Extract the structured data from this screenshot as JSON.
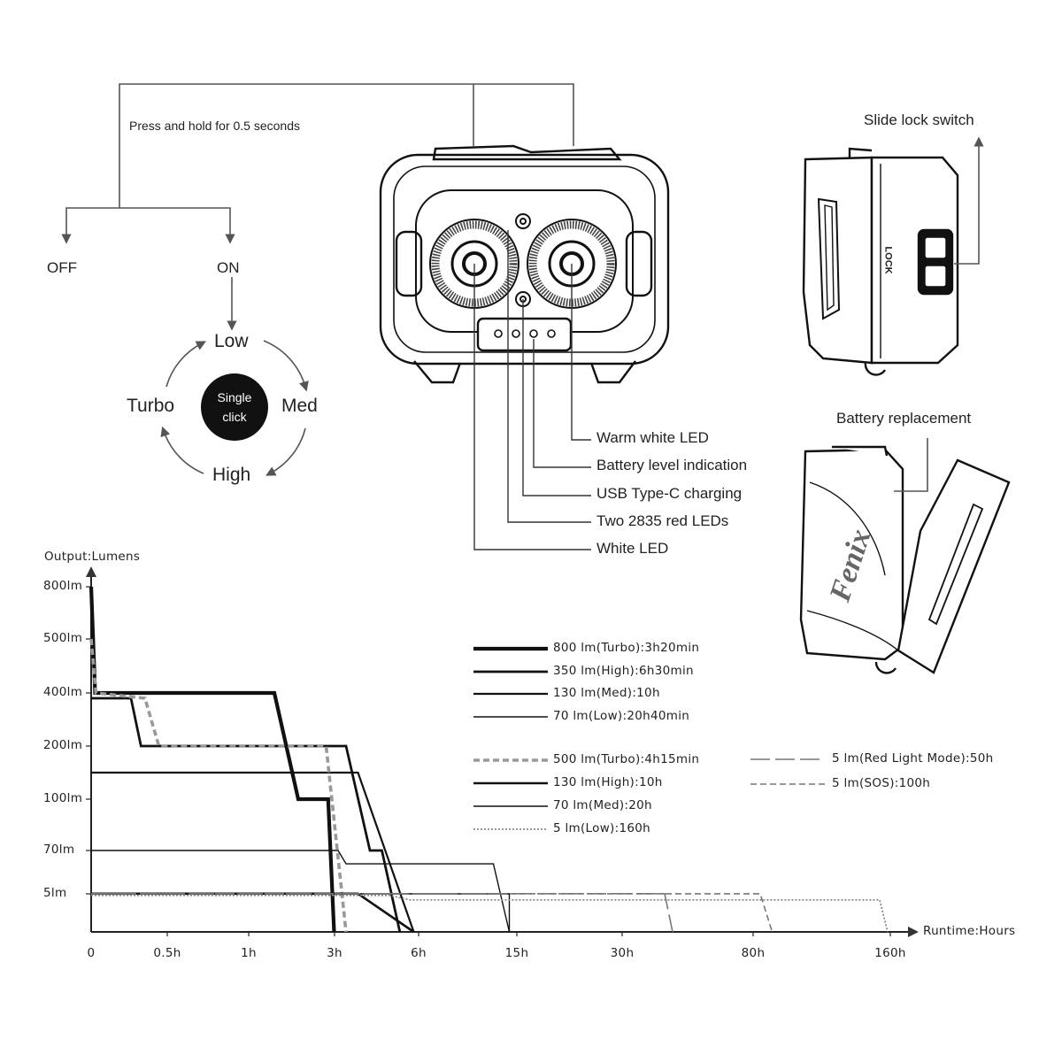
{
  "ui_flow": {
    "instruction": "Press and hold for 0.5 seconds",
    "off": "OFF",
    "on": "ON",
    "modes": {
      "low": "Low",
      "med": "Med",
      "high": "High",
      "turbo": "Turbo"
    },
    "center_button": {
      "line1": "Single",
      "line2": "click"
    }
  },
  "callouts": {
    "warm_white_led": "Warm white LED",
    "battery_level": "Battery level indication",
    "usb_c": "USB Type-C charging",
    "red_leds": "Two 2835 red LEDs",
    "white_led": "White LED"
  },
  "side_views": {
    "slide_lock": "Slide lock switch",
    "lock_text": "LOCK",
    "battery_replacement": "Battery replacement",
    "brand_logo": "Fenix"
  },
  "chart_data": {
    "type": "line",
    "ylabel": "Output:Lumens",
    "xlabel": "Runtime:Hours",
    "y_ticks": [
      "800lm",
      "500lm",
      "400lm",
      "200lm",
      "100lm",
      "70lm",
      "5lm"
    ],
    "x_ticks": [
      "0",
      "0.5h",
      "1h",
      "3h",
      "6h",
      "15h",
      "30h",
      "80h",
      "160h"
    ],
    "series": [
      {
        "name": "800 lm(Turbo):3h20min",
        "style": "solid",
        "width": 4.2,
        "color": "#111111",
        "points": [
          [
            0,
            800
          ],
          [
            0.1,
            400
          ],
          [
            4.6,
            400
          ],
          [
            5.2,
            100
          ],
          [
            5.95,
            100
          ],
          [
            6.1,
            0
          ]
        ]
      },
      {
        "name": "350 lm(High):6h30min",
        "style": "solid",
        "width": 2.8,
        "color": "#111111",
        "points": [
          [
            0,
            380
          ],
          [
            1.0,
            380
          ],
          [
            1.25,
            200
          ],
          [
            6.4,
            200
          ],
          [
            7.0,
            70
          ],
          [
            7.3,
            70
          ],
          [
            7.75,
            0
          ]
        ]
      },
      {
        "name": "130 lm(Med):10h",
        "style": "solid",
        "width": 2.2,
        "color": "#111111",
        "points": [
          [
            0,
            150
          ],
          [
            6.7,
            150
          ],
          [
            8.1,
            0
          ]
        ]
      },
      {
        "name": "70 lm(Low):20h40min",
        "style": "solid",
        "width": 1.4,
        "color": "#111111",
        "points": [
          [
            0,
            70
          ],
          [
            6.2,
            70
          ],
          [
            6.4,
            50
          ],
          [
            10.1,
            50
          ],
          [
            10.5,
            0
          ]
        ]
      },
      {
        "name": "500 lm(Turbo):4h15min",
        "style": "dash",
        "width": 3.6,
        "color": "#999999",
        "points": [
          [
            0,
            500
          ],
          [
            0.12,
            400
          ],
          [
            1.35,
            380
          ],
          [
            1.7,
            200
          ],
          [
            5.9,
            200
          ],
          [
            6.4,
            0
          ]
        ]
      },
      {
        "name": "130 lm(High):10h",
        "style": "solid",
        "width": 2.6,
        "color": "#111111",
        "points": [
          [
            0,
            5.3
          ],
          [
            6.7,
            5.3
          ],
          [
            8.1,
            0
          ]
        ]
      },
      {
        "name": "70 lm(Med):20h",
        "style": "solid",
        "width": 1.4,
        "color": "#111111",
        "points": [
          [
            0,
            5
          ],
          [
            10.5,
            5
          ],
          [
            10.5,
            0
          ]
        ]
      },
      {
        "name": "5 lm(Low):160h",
        "style": "dot",
        "width": 1.8,
        "color": "#888888",
        "points": [
          [
            0,
            4.8
          ],
          [
            7.5,
            4.8
          ],
          [
            8.0,
            4.2
          ],
          [
            19.8,
            4.2
          ],
          [
            20.0,
            0
          ]
        ]
      },
      {
        "name": "5 lm(Red Light Mode):50h",
        "style": "longdash",
        "width": 1.6,
        "color": "#777777",
        "points": [
          [
            0,
            5.2
          ],
          [
            14.4,
            5.2
          ],
          [
            14.6,
            0
          ]
        ]
      },
      {
        "name": "5 lm(SOS):100h",
        "style": "dash",
        "width": 1.6,
        "color": "#777777",
        "points": [
          [
            0,
            5.1
          ],
          [
            16.8,
            5.1
          ],
          [
            17.1,
            0
          ]
        ]
      }
    ]
  }
}
